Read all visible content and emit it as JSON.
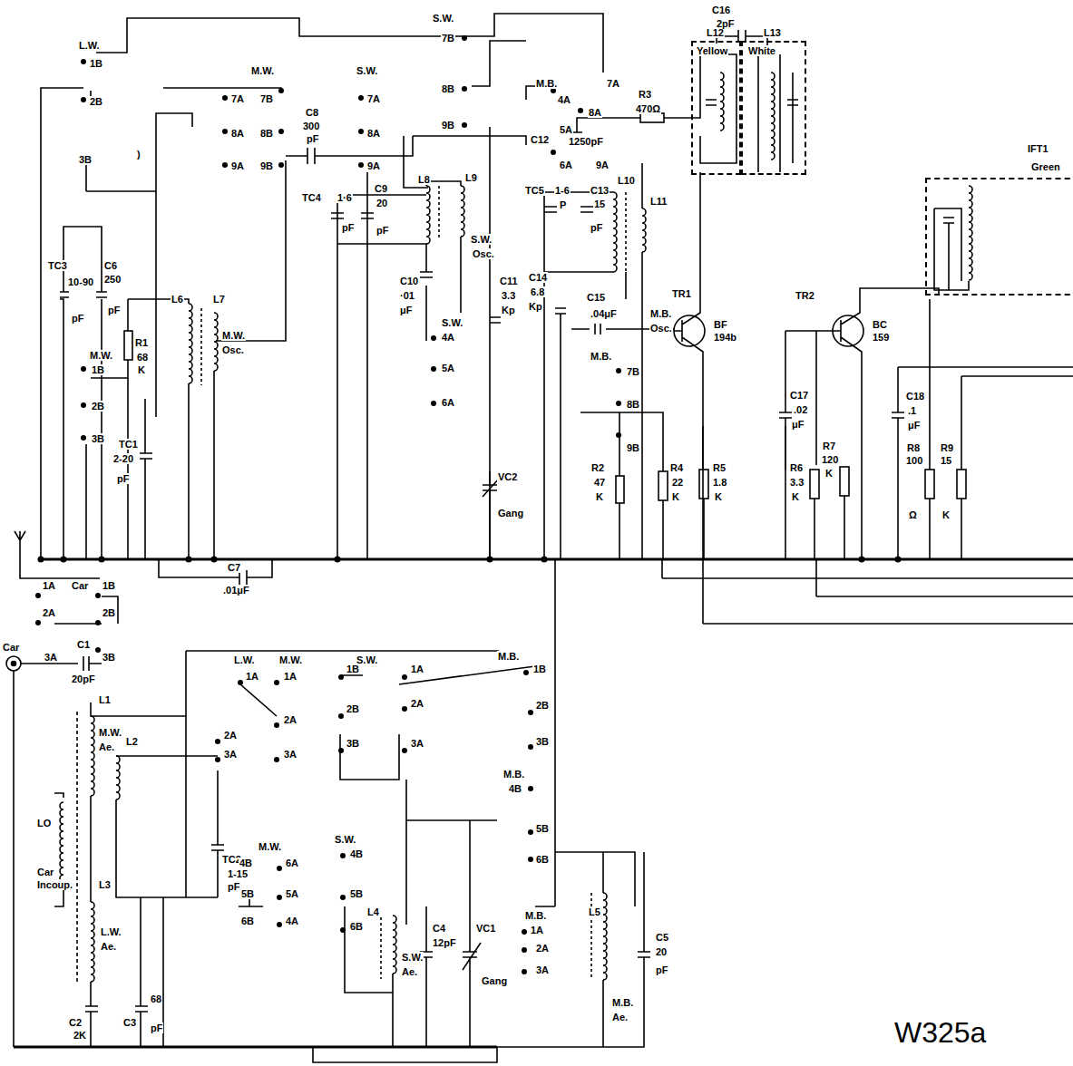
{
  "diagram": {
    "nodes": [
      {
        "text": [
          "L12",
          "Yellow"
        ]
      },
      {
        "text": [
          "L13",
          "White"
        ]
      },
      {
        "text": [
          "IFT1",
          "Green"
        ]
      }
    ],
    "labels": [
      "L.W.",
      "1B",
      "2B",
      "3B",
      ")",
      "M.W.",
      "7A",
      "7B",
      "8A",
      "8B",
      "9A",
      "9B",
      "C8",
      "300",
      "pF",
      "S.W.",
      "7A",
      "8A",
      "9A",
      "S.W.",
      "7B",
      "8B",
      "9B",
      "M.B.",
      "7A",
      "4A",
      "8A",
      "5A",
      "C12",
      "1250pF",
      "6A",
      "9A",
      "R3",
      "470Ω",
      "C16",
      "2pF",
      "TC4",
      "1·6",
      "pF",
      "C9",
      "20",
      "pF",
      "L8",
      "L9",
      "S.W.",
      "Osc.",
      "TC5",
      "1-6",
      "P",
      "C13",
      "15",
      "pF",
      "L10",
      "L11",
      "TC3",
      "10-90",
      "pF",
      "C6",
      "250",
      "pF",
      "C10",
      "·01",
      "μF",
      "C11",
      "3.3",
      "Kp",
      "C14",
      "6.8",
      "Kp",
      "C15",
      ".04μF",
      "TR1",
      "BF",
      "194b",
      "TR2",
      "BC",
      "159",
      "M.B.",
      "Osc.",
      "L6",
      "L7",
      "M.W.",
      "Osc.",
      "R1",
      "68",
      "K",
      "M.W.",
      "1B",
      "2B",
      "3B",
      "TC1",
      "2-20",
      "pF",
      "S.W.",
      "4A",
      "5A",
      "6A",
      "M.B.",
      "7B",
      "8B",
      "9B",
      "C17",
      ".02",
      "μF",
      "C18",
      ".1",
      "μF",
      "R2",
      "47",
      "K",
      "R4",
      "22",
      "K",
      "R5",
      "1.8",
      "K",
      "R6",
      "3.3",
      "K",
      "R7",
      "120",
      "K",
      "R8",
      "100",
      "Ω",
      "R9",
      "15",
      "K",
      "VC2",
      "Gang",
      "C7",
      ".01μF",
      "1A",
      "Car",
      "1B",
      "2A",
      "2B",
      "Car",
      "3A",
      "C1",
      "3B",
      "20pF",
      "L.W.",
      "M.W.",
      "1A",
      "1A",
      "2A",
      "2A",
      "3A",
      "3A",
      "S.W.",
      "1B",
      "1A",
      "2B",
      "2A",
      "3B",
      "3A",
      "M.B.",
      "1B",
      "2B",
      "3B",
      "M.B.",
      "4B",
      "5B",
      "6B",
      "L1",
      "M.W.",
      "Ae.",
      "L2",
      "LO",
      "Car",
      "Incoup.",
      "L3",
      "L.W.",
      "Ae.",
      "C2",
      "2K",
      "C3",
      "68",
      "pF",
      "TC2",
      "1-15",
      "pF",
      "M.W.",
      "4B",
      "6A",
      "5B",
      "5A",
      "6B",
      "4A",
      "S.W.",
      "4B",
      "5B",
      "6B",
      "L4",
      "S.W.",
      "Ae.",
      "C4",
      "12pF",
      "VC1",
      "Gang",
      "M.B.",
      "1A",
      "2A",
      "3A",
      "L5",
      "M.B.",
      "Ae.",
      "C5",
      "20",
      "pF",
      "W325a"
    ]
  }
}
